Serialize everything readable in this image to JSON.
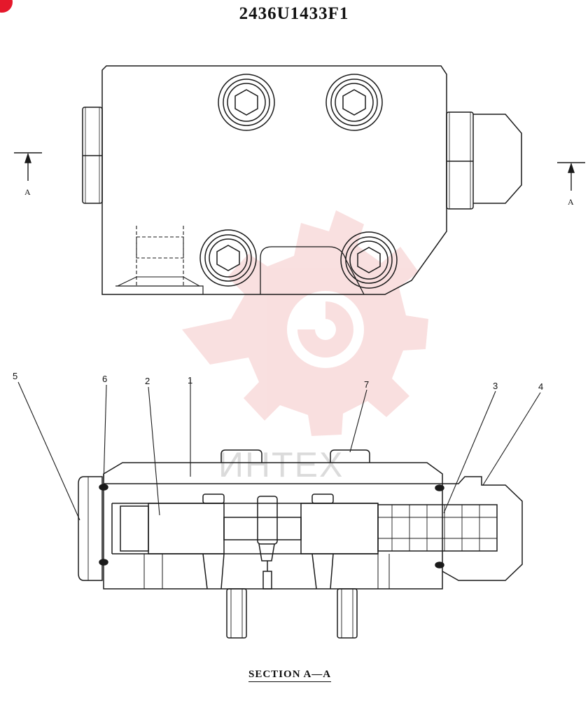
{
  "title": "2436U1433F1",
  "caption": "SECTION  A—A",
  "section_arrow_labels": {
    "left": "A",
    "right": "A"
  },
  "callouts": {
    "c1": "1",
    "c2": "2",
    "c3": "3",
    "c4": "4",
    "c5": "5",
    "c6": "6",
    "c7": "7"
  },
  "watermark": {
    "text": "ИНТЕХ",
    "color": "#e05555"
  },
  "colors": {
    "line": "#1a1a1a",
    "accent_dot": "#e5182b"
  }
}
